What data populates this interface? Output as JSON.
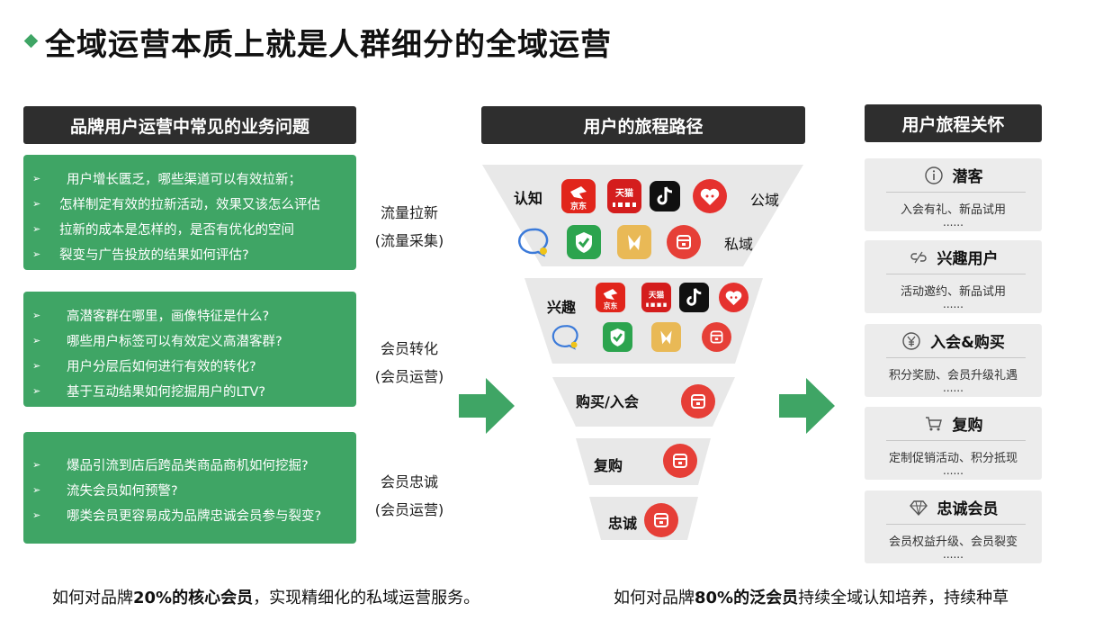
{
  "title": "全域运营本质上就是人群细分的全域运营",
  "headers": {
    "left": "品牌用户运营中常见的业务问题",
    "middle": "用户的旅程路径",
    "right": "用户旅程关怀"
  },
  "question_bullet": "➢",
  "question_groups": [
    {
      "questions": [
        "用户增长匮乏，哪些渠道可以有效拉新；",
        "怎样制定有效的拉新活动，效果又该怎么评估",
        "拉新的成本是怎样的，是否有优化的空间",
        "裂变与广告投放的结果如何评估?"
      ],
      "label_line1": "流量拉新",
      "label_line2": "(流量采集)"
    },
    {
      "questions": [
        "高潜客群在哪里，画像特征是什么?",
        "哪些用户标签可以有效定义高潜客群?",
        "用户分层后如何进行有效的转化?",
        "基于互动结果如何挖掘用户的LTV?"
      ],
      "label_line1": "会员转化",
      "label_line2": "(会员运营)"
    },
    {
      "questions": [
        "爆品引流到店后跨品类商品商机如何挖掘?",
        "流失会员如何预警?",
        "哪类会员更容易成为品牌忠诚会员参与裂变?"
      ],
      "label_line1": "会员忠诚",
      "label_line2": "(会员运营)"
    }
  ],
  "funnel": {
    "awareness": "认知",
    "public_domain": "公域",
    "private_domain": "私域",
    "interest": "兴趣",
    "purchase_join": "购买/入会",
    "repurchase": "复购",
    "loyalty": "忠诚"
  },
  "apps": {
    "jd_label": "京东",
    "tmall_label": "天猫"
  },
  "care_cards": [
    {
      "icon": "info-icon",
      "title": "潜客",
      "desc": "入会有礼、新品试用",
      "dots": "......"
    },
    {
      "icon": "link-icon",
      "title": "兴趣用户",
      "desc": "活动邀约、新品试用",
      "dots": "......"
    },
    {
      "icon": "yuan-icon",
      "title": "入会&购买",
      "desc": "积分奖励、会员升级礼遇",
      "dots": "......"
    },
    {
      "icon": "cart-icon",
      "title": "复购",
      "desc": "定制促销活动、积分抵现",
      "dots": "......"
    },
    {
      "icon": "diamond-icon",
      "title": "忠诚会员",
      "desc": "会员权益升级、会员裂变",
      "dots": "......"
    }
  ],
  "bottom_left": {
    "pre": "如何对品牌",
    "bold": "20%的核心会员",
    "post": "，实现精细化的私域运营服务。"
  },
  "bottom_right": {
    "pre": "如何对品牌",
    "bold": "80%的泛会员",
    "post": "持续全域认知培养，持续种草"
  },
  "colors": {
    "green": "#3fa565",
    "dark": "#2e2e2e",
    "funnel": "#e8e8e8",
    "card": "#ececec"
  }
}
